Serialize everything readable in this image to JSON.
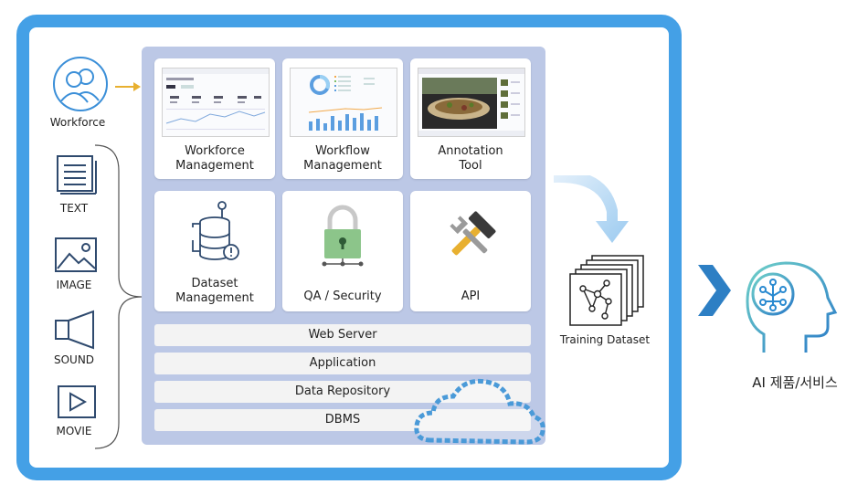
{
  "workforce_label": "Workforce",
  "inputs": [
    {
      "label": "TEXT",
      "icon": "text-document-icon"
    },
    {
      "label": "IMAGE",
      "icon": "image-icon"
    },
    {
      "label": "SOUND",
      "icon": "speaker-icon"
    },
    {
      "label": "MOVIE",
      "icon": "play-icon"
    }
  ],
  "modules": [
    {
      "label": "Workforce\nManagement"
    },
    {
      "label": "Workflow\nManagement"
    },
    {
      "label": "Annotation\nTool"
    },
    {
      "label": "Dataset\nManagement"
    },
    {
      "label": "QA / Security"
    },
    {
      "label": "API"
    }
  ],
  "layers": [
    "Web Server",
    "Application",
    "Data Repository",
    "DBMS"
  ],
  "output_label": "Training Dataset",
  "product_label": "AI 제품/서비스",
  "colors": {
    "frame": "#44a0e6",
    "panel": "#bcc8e6",
    "cloud": "#4a9ad8",
    "arrow": "#2d7fc4"
  }
}
